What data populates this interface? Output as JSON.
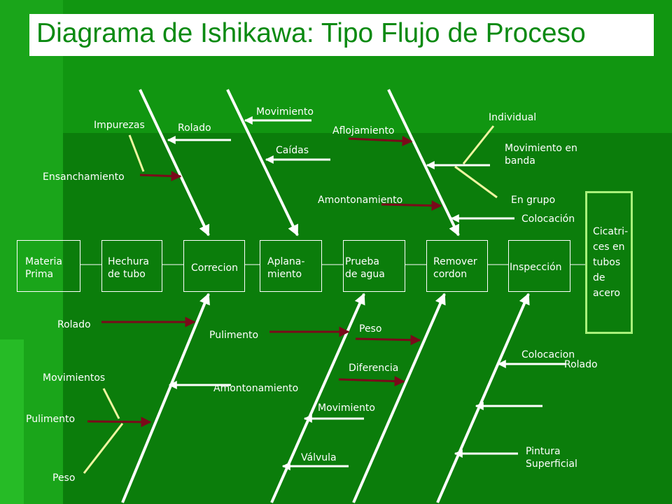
{
  "title": "Diagrama de Ishikawa: Tipo Flujo de Proceso",
  "colors": {
    "background": "#0b7d0b",
    "line": "#ffffff",
    "cause_arrow": "#7a0a1a",
    "sub_cause_line": "#f0f5a0",
    "outcome_border": "#a8f07a"
  },
  "process_steps": [
    "Materia\nPrima",
    "Hechura\nde tubo",
    "Correcion",
    "Aplana-\nmiento",
    "Prueba\nde agua",
    "Remover\ncordon",
    "Inspección"
  ],
  "outcome": "Cicatri-\nces en\ntubos\nde\nacero",
  "labels": {
    "impurezas": "Impurezas",
    "ensanchamiento": "Ensanchamiento",
    "rolado_top": "Rolado",
    "movimiento_top": "Movimiento",
    "caidas": "Caídas",
    "aflojamiento": "Aflojamiento",
    "amontonamiento_top": "Amontonamiento",
    "individual": "Individual",
    "movimiento_banda": "Movimiento en\nbanda",
    "en_grupo": "En grupo",
    "colocacion_top": "Colocación",
    "rolado_bottom": "Rolado",
    "movimientos": "Movimientos",
    "pulimento_left": "Pulimento",
    "peso_left": "Peso",
    "pulimento_mid": "Pulimento",
    "amontonamiento_bottom": "Amontonamiento",
    "peso_mid": "Peso",
    "diferencia": "Diferencia",
    "movimiento_bottom": "Movimiento",
    "valvula": "Válvula",
    "colocacion_bottom": "Colocacion",
    "rolado_right": "Rolado",
    "pintura": "Pintura\nSuperficial"
  }
}
